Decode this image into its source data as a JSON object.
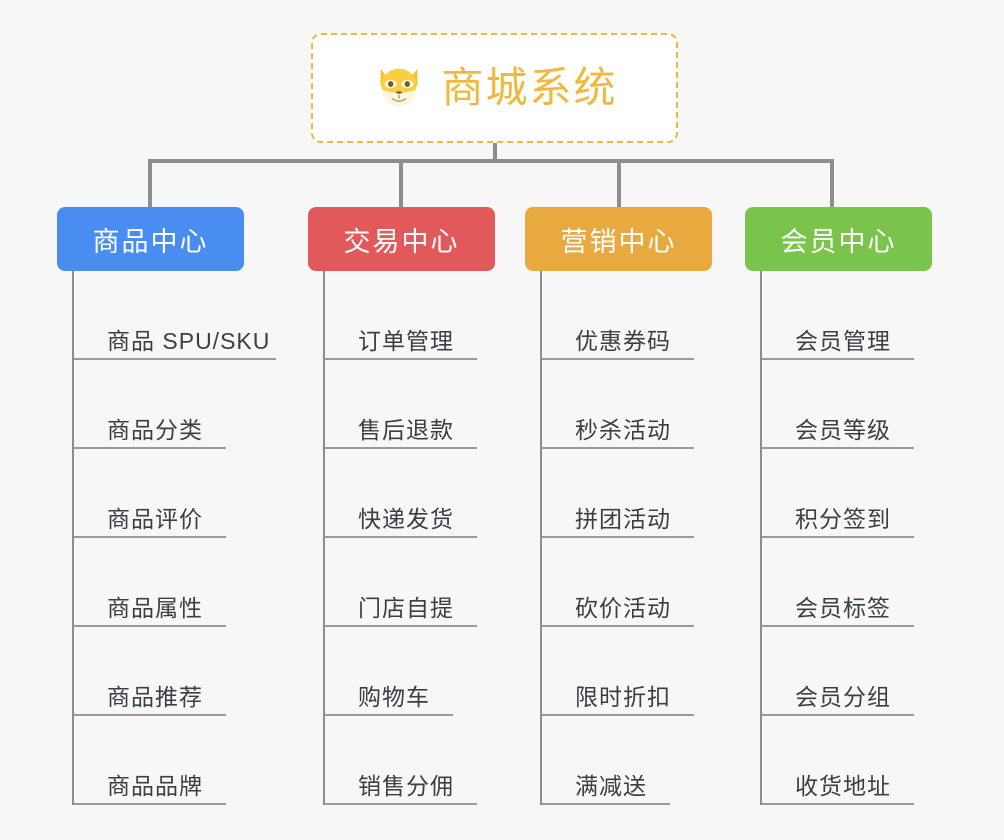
{
  "root": {
    "title": "商城系统",
    "icon": "shiba-dog-face-emoji",
    "border_color": "#edb93f",
    "text_color": "#f0b93e"
  },
  "canvas": {
    "background_color": "#f7f7f7",
    "connector_color": "#8e8e8e",
    "spine_color": "#8e8e8e",
    "underline_color": "#9a9a9a",
    "leaf_text_color": "#3b3f44"
  },
  "columns": [
    {
      "title": "商品中心",
      "color": "#4a8df0",
      "items": [
        {
          "label": "商品 SPU/SKU",
          "underline_width": 202
        },
        {
          "label": "商品分类",
          "underline_width": 152
        },
        {
          "label": "商品评价",
          "underline_width": 152
        },
        {
          "label": "商品属性",
          "underline_width": 152
        },
        {
          "label": "商品推荐",
          "underline_width": 152
        },
        {
          "label": "商品品牌",
          "underline_width": 152
        }
      ]
    },
    {
      "title": "交易中心",
      "color": "#e2595c",
      "items": [
        {
          "label": "订单管理",
          "underline_width": 152
        },
        {
          "label": "售后退款",
          "underline_width": 152
        },
        {
          "label": "快递发货",
          "underline_width": 152
        },
        {
          "label": "门店自提",
          "underline_width": 152
        },
        {
          "label": "购物车",
          "underline_width": 128
        },
        {
          "label": "销售分佣",
          "underline_width": 152
        }
      ]
    },
    {
      "title": "营销中心",
      "color": "#e8a93e",
      "items": [
        {
          "label": "优惠券码",
          "underline_width": 152
        },
        {
          "label": "秒杀活动",
          "underline_width": 152
        },
        {
          "label": "拼团活动",
          "underline_width": 152
        },
        {
          "label": "砍价活动",
          "underline_width": 152
        },
        {
          "label": "限时折扣",
          "underline_width": 152
        },
        {
          "label": "满减送",
          "underline_width": 128
        }
      ]
    },
    {
      "title": "会员中心",
      "color": "#7bc44c",
      "items": [
        {
          "label": "会员管理",
          "underline_width": 152
        },
        {
          "label": "会员等级",
          "underline_width": 152
        },
        {
          "label": "积分签到",
          "underline_width": 152
        },
        {
          "label": "会员标签",
          "underline_width": 152
        },
        {
          "label": "会员分组",
          "underline_width": 152
        },
        {
          "label": "收货地址",
          "underline_width": 152
        }
      ]
    }
  ]
}
